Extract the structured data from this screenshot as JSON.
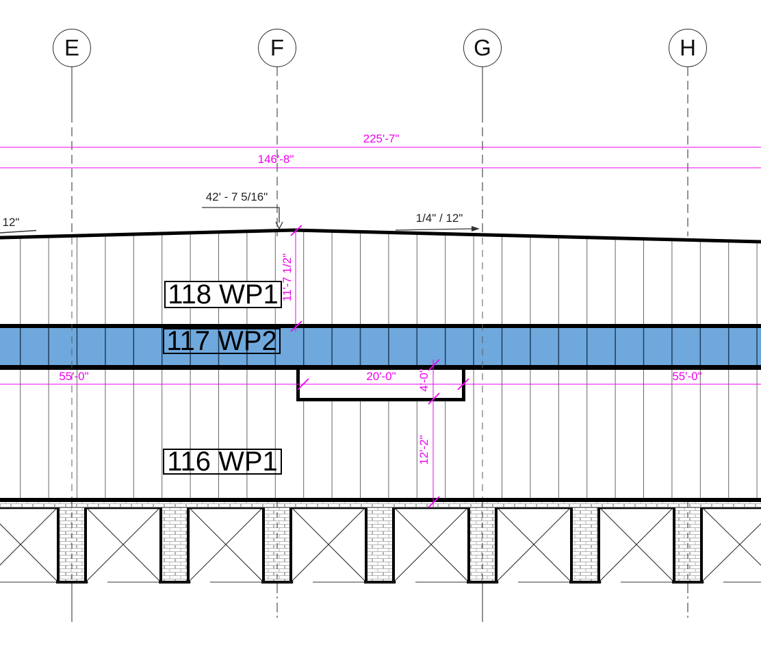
{
  "grid_bubbles": [
    {
      "label": "E"
    },
    {
      "label": "F"
    },
    {
      "label": "G"
    },
    {
      "label": "H"
    }
  ],
  "overall_dimensions": {
    "upper": "225'-7\"",
    "lower": "146'-8\""
  },
  "roof": {
    "left_slope_run": "12\"",
    "ridge_elevation": "42' - 7 5/16\"",
    "slope_ratio": "1/4\" / 12\""
  },
  "wall_panels": [
    {
      "label": "118 WP1"
    },
    {
      "label": "117 WP2"
    },
    {
      "label": "116 WP1"
    }
  ],
  "dimensions": {
    "upper_panel_height": "11'-7 1/2\"",
    "left_bay_width": "55'-0\"",
    "notch_width": "20'-0\"",
    "notch_depth": "4'-0\"",
    "lower_panel_height": "12'-2\"",
    "right_bay_width": "55'-0\""
  },
  "colors": {
    "dimension_magenta": "#ee00ee",
    "panel_blue": "#6fa8dc",
    "line_black": "#000000"
  }
}
